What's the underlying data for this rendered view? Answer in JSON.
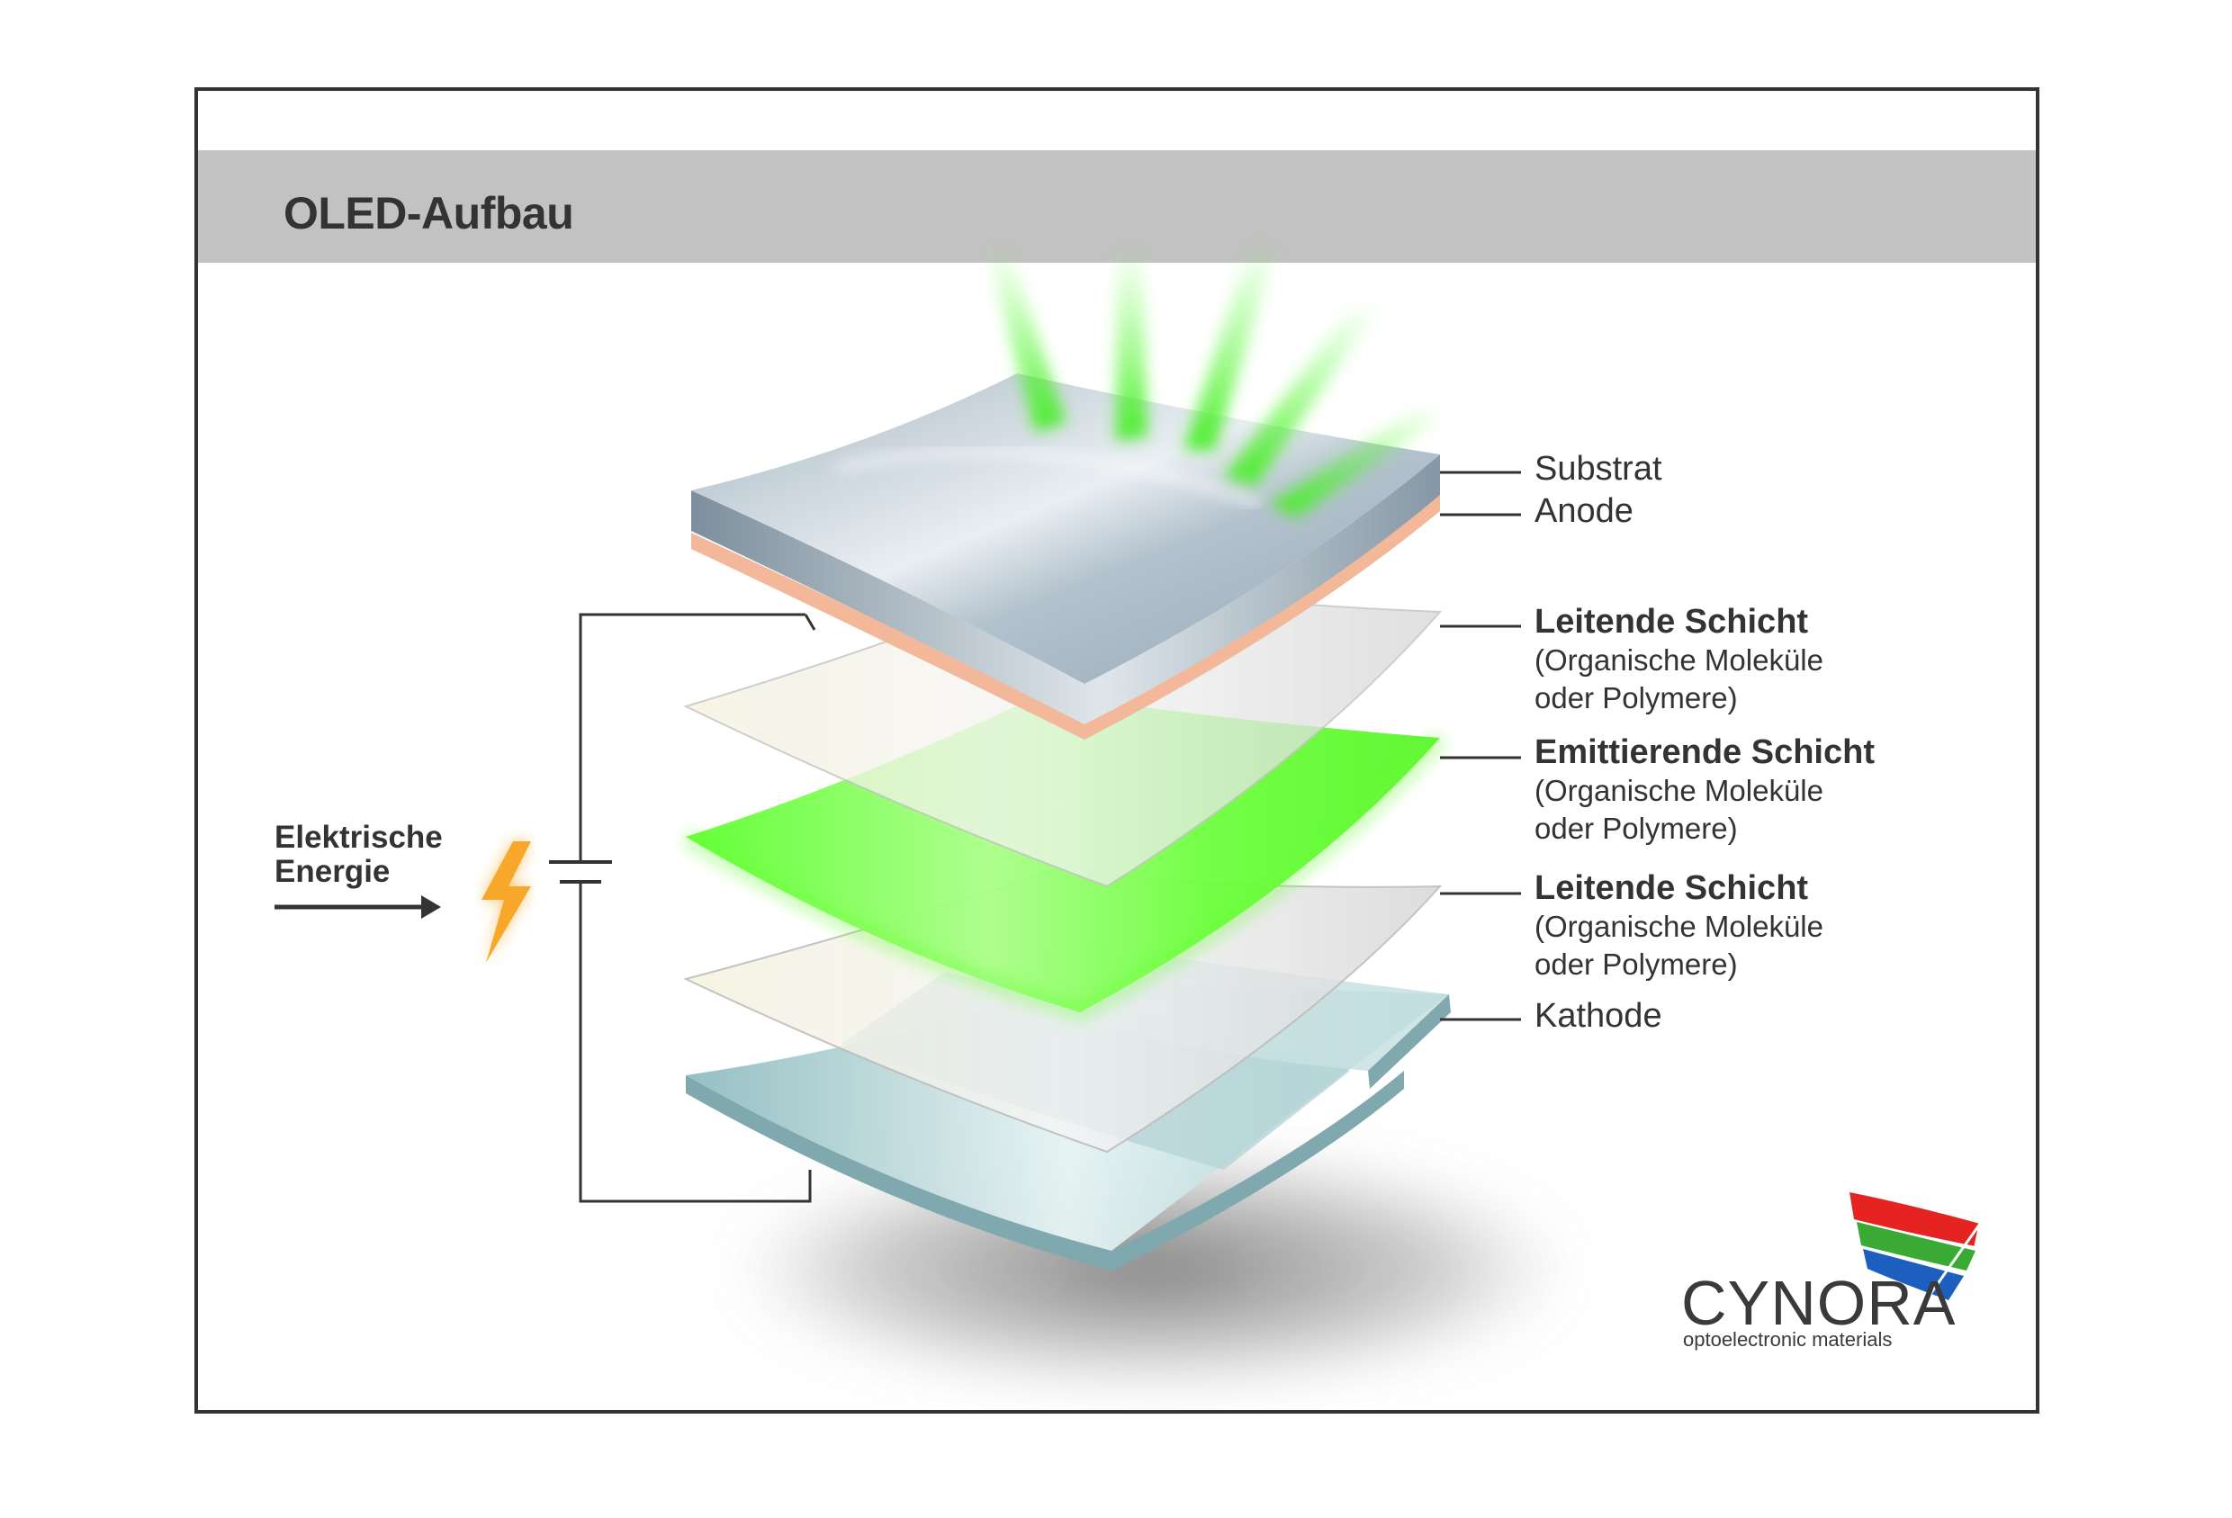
{
  "title": "OLED-Aufbau",
  "layers": {
    "substrat": "Substrat",
    "anode": "Anode",
    "leitende_1": {
      "name": "Leitende Schicht",
      "sub1": "(Organische Moleküle",
      "sub2": "oder Polymere)"
    },
    "emittierende": {
      "name": "Emittierende Schicht",
      "sub1": "(Organische Moleküle",
      "sub2": "oder Polymere)"
    },
    "leitende_2": {
      "name": "Leitende Schicht",
      "sub1": "(Organische Moleküle",
      "sub2": "oder Polymere)"
    },
    "kathode": "Kathode"
  },
  "energy": {
    "line1": "Elektrische",
    "line2": "Energie"
  },
  "logo": {
    "name": "CYNORA",
    "tagline": "optoelectronic materials"
  },
  "colors": {
    "substrate": "#8fa3b2",
    "anode": "#f2b899",
    "emitter": "#66ff33",
    "cathode": "#9fc9cc",
    "lightning": "#f5a623",
    "logo_red": "#e52421",
    "logo_green": "#3aaa35",
    "logo_blue": "#1d5fbf"
  }
}
